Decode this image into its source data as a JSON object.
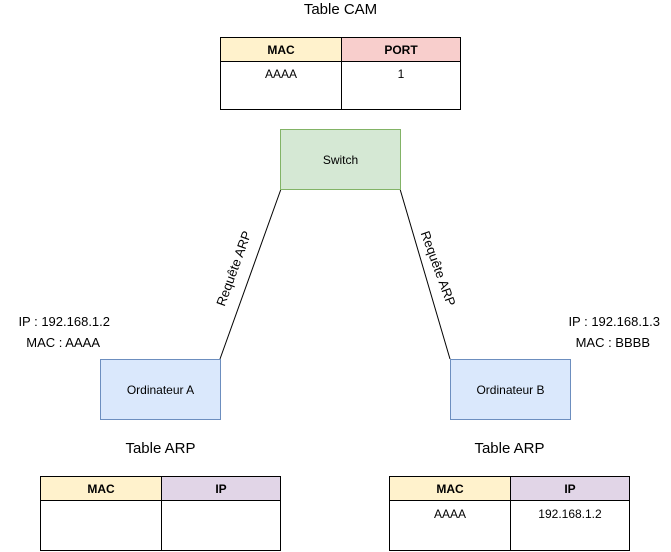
{
  "cam_table": {
    "title": "Table CAM",
    "headers": [
      "MAC",
      "PORT"
    ],
    "rows": [
      [
        "AAAA",
        "1"
      ]
    ]
  },
  "switch": {
    "label": "Switch"
  },
  "links": {
    "left_label": "Requête ARP",
    "right_label": "Requête ARP"
  },
  "computer_a": {
    "label": "Ordinateur A",
    "ip": "IP : 192.168.1.2",
    "mac": "MAC : AAAA"
  },
  "computer_b": {
    "label": "Ordinateur B",
    "ip": "IP : 192.168.1.3",
    "mac": "MAC : BBBB"
  },
  "arp_table_a": {
    "title": "Table ARP",
    "headers": [
      "MAC",
      "IP"
    ],
    "rows": []
  },
  "arp_table_b": {
    "title": "Table ARP",
    "headers": [
      "MAC",
      "IP"
    ],
    "rows": [
      [
        "AAAA",
        "192.168.1.2"
      ]
    ]
  },
  "colors": {
    "mac_header": "#fff2cc",
    "port_header": "#f8cecc",
    "ip_header": "#e1d5e7",
    "switch_fill": "#d5e8d4",
    "switch_border": "#82b366",
    "computer_fill": "#dae8fc",
    "computer_border": "#6c8ebf"
  }
}
